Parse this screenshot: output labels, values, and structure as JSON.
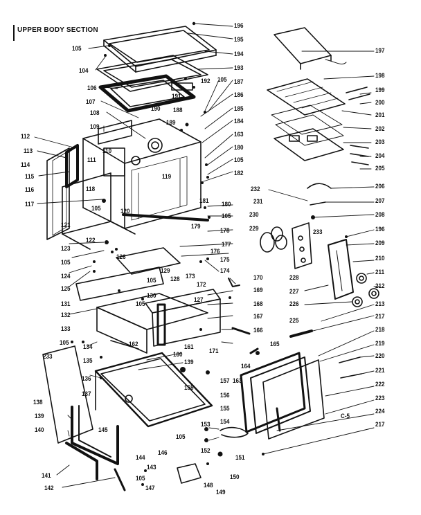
{
  "title": "UPPER BODY SECTION",
  "callouts": [
    {
      "id": "t196a",
      "text": "196"
    },
    {
      "id": "t195",
      "text": "195"
    },
    {
      "id": "t194",
      "text": "194"
    },
    {
      "id": "t193",
      "text": "193"
    },
    {
      "id": "t105a",
      "text": "105"
    },
    {
      "id": "t104",
      "text": "104"
    },
    {
      "id": "t106",
      "text": "106"
    },
    {
      "id": "t107",
      "text": "107"
    },
    {
      "id": "t108",
      "text": "108"
    },
    {
      "id": "t109",
      "text": "109"
    },
    {
      "id": "t192",
      "text": "192"
    },
    {
      "id": "t105b",
      "text": "105"
    },
    {
      "id": "t187",
      "text": "187"
    },
    {
      "id": "t191",
      "text": "191"
    },
    {
      "id": "t186",
      "text": "186"
    },
    {
      "id": "t190",
      "text": "190"
    },
    {
      "id": "t188",
      "text": "188"
    },
    {
      "id": "t189",
      "text": "189"
    },
    {
      "id": "t185",
      "text": "185"
    },
    {
      "id": "t184",
      "text": "184"
    },
    {
      "id": "t163a",
      "text": "163"
    },
    {
      "id": "t180a",
      "text": "180"
    },
    {
      "id": "t105c",
      "text": "105"
    },
    {
      "id": "t182",
      "text": "182"
    },
    {
      "id": "t112",
      "text": "112"
    },
    {
      "id": "t113",
      "text": "113"
    },
    {
      "id": "t110",
      "text": "110"
    },
    {
      "id": "t111",
      "text": "111"
    },
    {
      "id": "t114",
      "text": "114"
    },
    {
      "id": "t115",
      "text": "115"
    },
    {
      "id": "t116",
      "text": "116"
    },
    {
      "id": "t118",
      "text": "118"
    },
    {
      "id": "t119",
      "text": "119"
    },
    {
      "id": "t117",
      "text": "117"
    },
    {
      "id": "t105d",
      "text": "105"
    },
    {
      "id": "t120",
      "text": "120"
    },
    {
      "id": "t181",
      "text": "181"
    },
    {
      "id": "t180b",
      "text": "180"
    },
    {
      "id": "t105e",
      "text": "105"
    },
    {
      "id": "t179",
      "text": "179"
    },
    {
      "id": "t121",
      "text": "121"
    },
    {
      "id": "t178",
      "text": "178"
    },
    {
      "id": "t122",
      "text": "122"
    },
    {
      "id": "t123",
      "text": "123"
    },
    {
      "id": "t105f",
      "text": "105"
    },
    {
      "id": "t177",
      "text": "177"
    },
    {
      "id": "t126",
      "text": "126"
    },
    {
      "id": "t176",
      "text": "176"
    },
    {
      "id": "t175",
      "text": "175"
    },
    {
      "id": "t124",
      "text": "124"
    },
    {
      "id": "t174",
      "text": "174"
    },
    {
      "id": "t125",
      "text": "125"
    },
    {
      "id": "t129",
      "text": "129"
    },
    {
      "id": "t128",
      "text": "128"
    },
    {
      "id": "t173",
      "text": "173"
    },
    {
      "id": "t172",
      "text": "172"
    },
    {
      "id": "t105g",
      "text": "105"
    },
    {
      "id": "t170",
      "text": "170"
    },
    {
      "id": "t131",
      "text": "131"
    },
    {
      "id": "t169",
      "text": "169"
    },
    {
      "id": "t130",
      "text": "130"
    },
    {
      "id": "t105h",
      "text": "105"
    },
    {
      "id": "t127",
      "text": "127"
    },
    {
      "id": "t168",
      "text": "168"
    },
    {
      "id": "t132",
      "text": "132"
    },
    {
      "id": "t167",
      "text": "167"
    },
    {
      "id": "t166",
      "text": "166"
    },
    {
      "id": "t133",
      "text": "133"
    },
    {
      "id": "t105i",
      "text": "105"
    },
    {
      "id": "t134",
      "text": "134"
    },
    {
      "id": "t162",
      "text": "162"
    },
    {
      "id": "t161",
      "text": "161"
    },
    {
      "id": "t165",
      "text": "165"
    },
    {
      "id": "t233a",
      "text": "233"
    },
    {
      "id": "t135",
      "text": "135"
    },
    {
      "id": "t160",
      "text": "160"
    },
    {
      "id": "t171",
      "text": "171"
    },
    {
      "id": "t139",
      "text": "139"
    },
    {
      "id": "t164",
      "text": "164"
    },
    {
      "id": "t136",
      "text": "136"
    },
    {
      "id": "t137",
      "text": "137"
    },
    {
      "id": "t158",
      "text": "158"
    },
    {
      "id": "t157",
      "text": "157"
    },
    {
      "id": "t163b",
      "text": "163"
    },
    {
      "id": "t156",
      "text": "156"
    },
    {
      "id": "t138",
      "text": "138"
    },
    {
      "id": "t155",
      "text": "155"
    },
    {
      "id": "t139b",
      "text": "139"
    },
    {
      "id": "t145",
      "text": "145"
    },
    {
      "id": "t154",
      "text": "154"
    },
    {
      "id": "t153",
      "text": "153"
    },
    {
      "id": "t140",
      "text": "140"
    },
    {
      "id": "t105j",
      "text": "105"
    },
    {
      "id": "t152",
      "text": "152"
    },
    {
      "id": "t144",
      "text": "144"
    },
    {
      "id": "t146",
      "text": "146"
    },
    {
      "id": "t151",
      "text": "151"
    },
    {
      "id": "t143",
      "text": "143"
    },
    {
      "id": "t150",
      "text": "150"
    },
    {
      "id": "t141",
      "text": "141"
    },
    {
      "id": "t105k",
      "text": "105"
    },
    {
      "id": "t148",
      "text": "148"
    },
    {
      "id": "t142",
      "text": "142"
    },
    {
      "id": "t147",
      "text": "147"
    },
    {
      "id": "t149",
      "text": "149"
    },
    {
      "id": "t197",
      "text": "197"
    },
    {
      "id": "t198",
      "text": "198"
    },
    {
      "id": "t199",
      "text": "199"
    },
    {
      "id": "t200",
      "text": "200"
    },
    {
      "id": "t201",
      "text": "201"
    },
    {
      "id": "t202",
      "text": "202"
    },
    {
      "id": "t203",
      "text": "203"
    },
    {
      "id": "t204",
      "text": "204"
    },
    {
      "id": "t205",
      "text": "205"
    },
    {
      "id": "t232",
      "text": "232"
    },
    {
      "id": "t206",
      "text": "206"
    },
    {
      "id": "t231",
      "text": "231"
    },
    {
      "id": "t207",
      "text": "207"
    },
    {
      "id": "t230",
      "text": "230"
    },
    {
      "id": "t208",
      "text": "208"
    },
    {
      "id": "t229",
      "text": "229"
    },
    {
      "id": "t233b",
      "text": "233"
    },
    {
      "id": "t196b",
      "text": "196"
    },
    {
      "id": "t209",
      "text": "209"
    },
    {
      "id": "t228",
      "text": "228"
    },
    {
      "id": "t210",
      "text": "210"
    },
    {
      "id": "t211",
      "text": "211"
    },
    {
      "id": "t227",
      "text": "227"
    },
    {
      "id": "t212",
      "text": "212"
    },
    {
      "id": "t226",
      "text": "226"
    },
    {
      "id": "t213",
      "text": "213"
    },
    {
      "id": "t217a",
      "text": "217"
    },
    {
      "id": "t225",
      "text": "225"
    },
    {
      "id": "t218",
      "text": "218"
    },
    {
      "id": "t219",
      "text": "219"
    },
    {
      "id": "t220",
      "text": "220"
    },
    {
      "id": "t221",
      "text": "221"
    },
    {
      "id": "t222",
      "text": "222"
    },
    {
      "id": "t223",
      "text": "223"
    },
    {
      "id": "t224",
      "text": "224"
    },
    {
      "id": "tc5",
      "text": "C-5"
    },
    {
      "id": "t217b",
      "text": "217"
    }
  ]
}
